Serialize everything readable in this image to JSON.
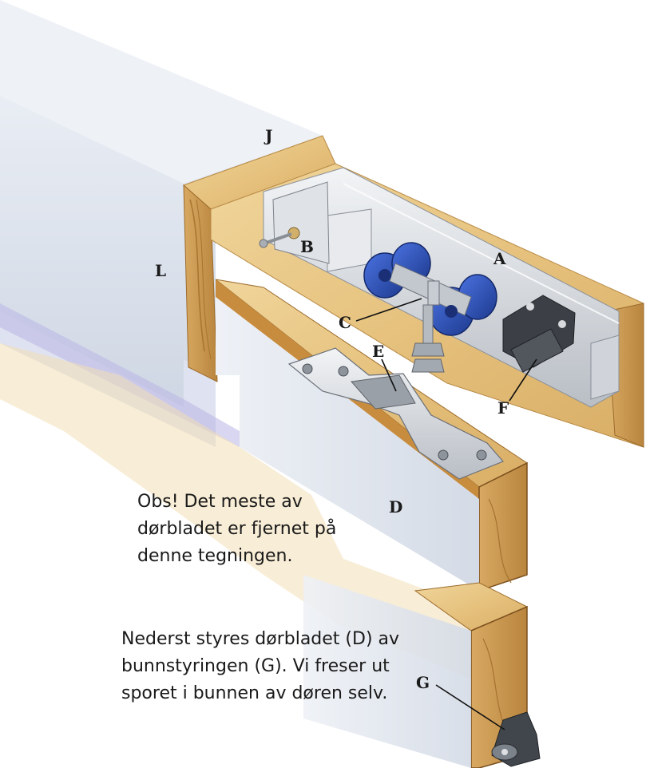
{
  "labels": {
    "A": "A",
    "B": "B",
    "C": "C",
    "D": "D",
    "E": "E",
    "F": "F",
    "G": "G",
    "J": "J",
    "L": "L"
  },
  "notes": {
    "top": [
      "Obs! Det meste av",
      "dørbladet er fjernet på",
      "denne tegningen."
    ],
    "bottom": [
      "Nederst styres dørbladet (D) av",
      "bunnstyringen (G). Vi freser ut",
      "sporet i bunnen av døren selv."
    ]
  },
  "colors": {
    "wood": "#e8c98a",
    "wood_dark": "#c9a15a",
    "wood_edge": "#9c6b2c",
    "door_face": "#e3e8f0",
    "rail_metal": "#d9dde2",
    "roller_blue": "#2b4fb5",
    "steel": "#b8bcc2"
  }
}
